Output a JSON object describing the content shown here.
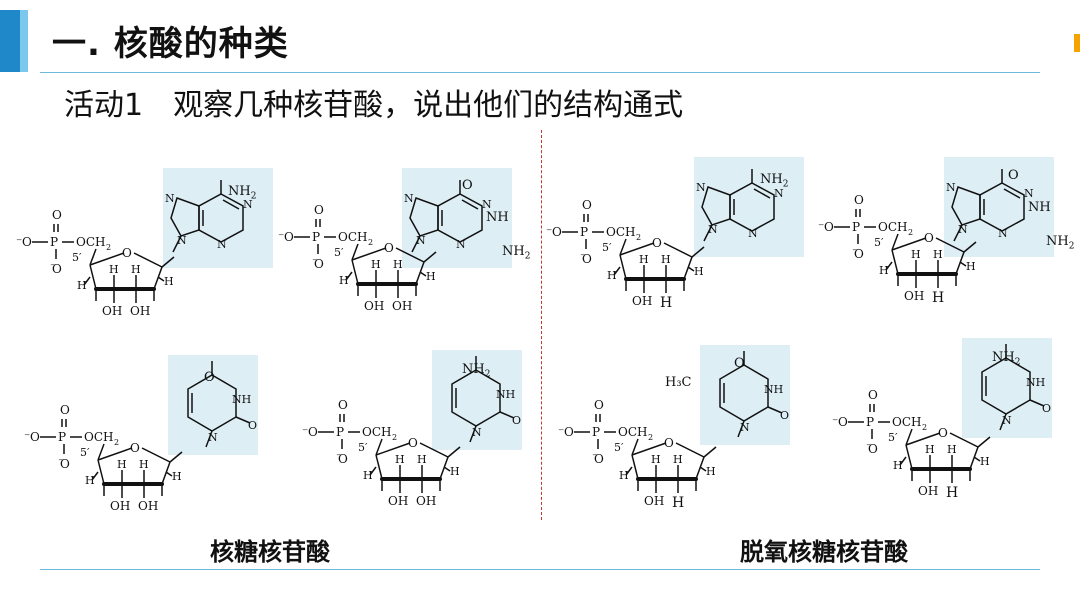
{
  "header": {
    "title": "一. 核酸的种类",
    "activity_label": "活动1",
    "activity_text": "观察几种核苷酸，说出他们的结构通式"
  },
  "captions": {
    "left": "核糖核苷酸",
    "right": "脱氧核糖核苷酸"
  },
  "atoms": {
    "O": "O",
    "P": "P",
    "H": "H",
    "N": "N",
    "NH": "NH",
    "NH2": "NH",
    "sub2": "2",
    "OH": "OH",
    "OCH2": "OCH",
    "neg": "⁻",
    "prime5": "5′",
    "CH3": "H₃C"
  },
  "molecules": {
    "ribo_adenine": "adenine-ribonucleotide",
    "ribo_guanine": "guanine-ribonucleotide",
    "ribo_uracil": "uracil-ribonucleotide",
    "ribo_cytosine": "cytosine-ribonucleotide",
    "deoxy_adenine": "adenine-deoxyribonucleotide",
    "deoxy_guanine": "guanine-deoxyribonucleotide",
    "deoxy_thymine": "thymine-deoxyribonucleotide",
    "deoxy_cytosine": "cytosine-deoxyribonucleotide"
  }
}
